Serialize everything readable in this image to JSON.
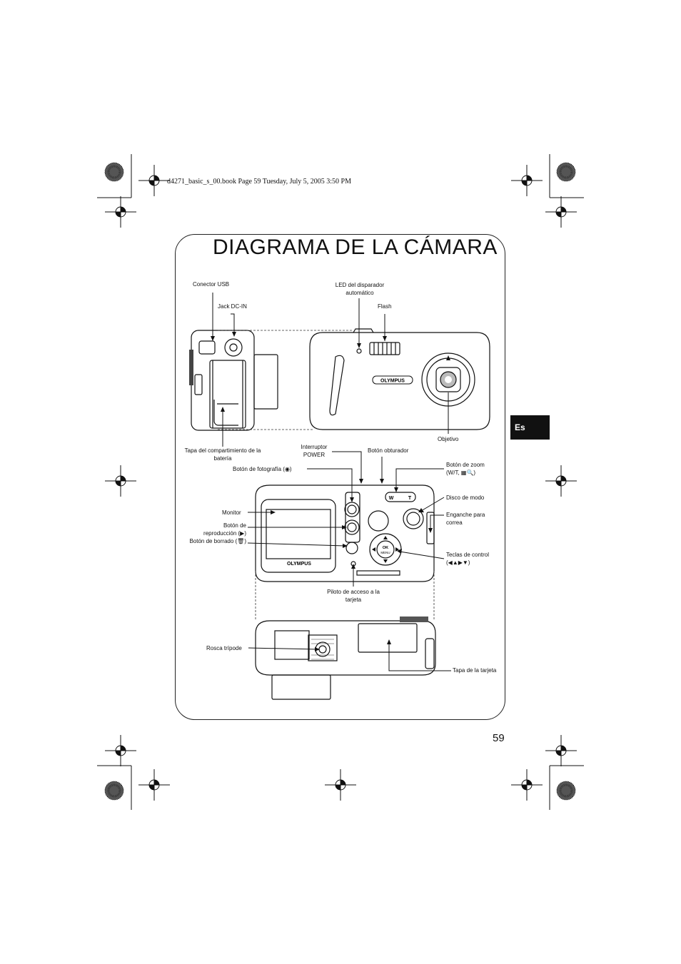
{
  "header": {
    "file_line": "d4271_basic_s_00.book  Page 59  Tuesday, July 5, 2005  3:50 PM"
  },
  "page": {
    "title": "DIAGRAMA DE LA CÁMARA",
    "side_tab": "Es",
    "page_number": "59"
  },
  "labels": {
    "usb": "Conector USB",
    "dc_in": "Jack DC-IN",
    "selftimer_led_1": "LED del disparador",
    "selftimer_led_2": "automático",
    "flash": "Flash",
    "lens": "Objetivo",
    "battery_cover_1": "Tapa del compartimiento de la",
    "battery_cover_2": "batería",
    "power_1": "Interruptor",
    "power_2": "POWER",
    "shutter": "Botón obturador",
    "shooting_button": "Botón de fotografía (◉)",
    "zoom_1": "Botón de zoom",
    "zoom_2": "(W/T, ▦🔍)",
    "mode_dial": "Disco de modo",
    "monitor": "Monitor",
    "playback_1": "Botón de",
    "playback_2": "reproducción (▶)",
    "erase": "Botón de borrado (🗑)",
    "strap_1": "Enganche para",
    "strap_2": "correa",
    "arrow_pad_1": "Teclas de control",
    "arrow_pad_2": "(◀▲▶▼)",
    "card_lamp_1": "Piloto de acceso a la",
    "card_lamp_2": "tarjeta",
    "tripod": "Rosca trípode",
    "card_cover": "Tapa de la tarjeta"
  },
  "camera_text": {
    "brand_front": "OLYMPUS",
    "brand_back": "OLYMPUS",
    "zoom_w": "W",
    "zoom_t": "T",
    "ok_1": "OK",
    "ok_2": "MENU"
  }
}
